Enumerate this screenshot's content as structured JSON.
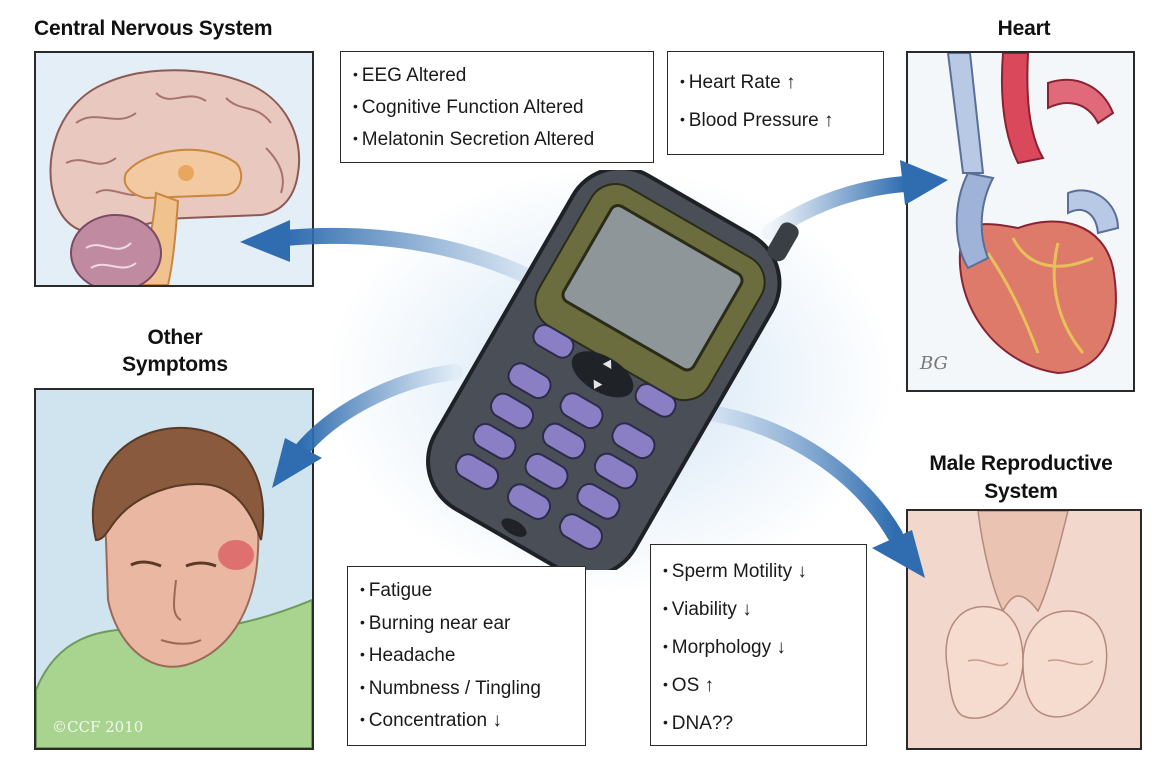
{
  "headings": {
    "cns": "Central Nervous System",
    "heart": "Heart",
    "other_line1": "Other",
    "other_line2": "Symptoms",
    "male_line1": "Male Reproductive",
    "male_line2": "System"
  },
  "cns_effects": [
    "EEG Altered",
    "Cognitive Function Altered",
    "Melatonin Secretion Altered"
  ],
  "heart_effects": [
    {
      "label": "Heart Rate",
      "arrow": "↑"
    },
    {
      "label": "Blood Pressure",
      "arrow": "↑"
    }
  ],
  "other_symptoms": [
    {
      "label": "Fatigue",
      "arrow": ""
    },
    {
      "label": "Burning near ear",
      "arrow": ""
    },
    {
      "label": "Headache",
      "arrow": ""
    },
    {
      "label": "Numbness / Tingling",
      "arrow": ""
    },
    {
      "label": "Concentration",
      "arrow": "↓"
    }
  ],
  "male_effects": [
    {
      "label": "Sperm Motility",
      "arrow": "↓"
    },
    {
      "label": "Viability",
      "arrow": "↓"
    },
    {
      "label": "Morphology",
      "arrow": "↓"
    },
    {
      "label": "OS",
      "arrow": "↑"
    },
    {
      "label": "DNA??",
      "arrow": ""
    }
  ],
  "credits": {
    "copyright": "©CCF 2010",
    "artist_signature": "BG"
  },
  "icons": {
    "cns": "brain-illustration",
    "heart": "heart-illustration",
    "other": "man-portrait-illustration",
    "male": "male-reproductive-illustration",
    "center": "mobile-phone-illustration"
  },
  "colors": {
    "arrow_blue": "#2f6db0",
    "phone_body": "#4a4f57",
    "phone_keys": "#8a7fc4",
    "phone_screen": "#8f9699"
  }
}
